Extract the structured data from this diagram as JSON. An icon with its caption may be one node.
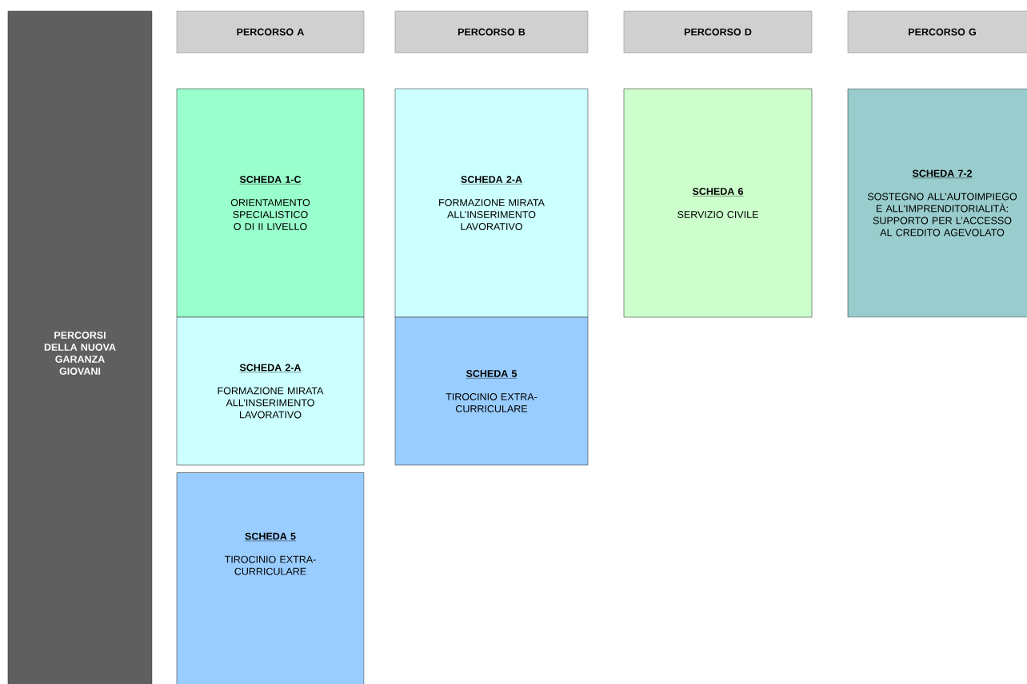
{
  "diagram": {
    "nodes": [
      {
        "text": [
          "PERCORSI DELLA NUOVA GARANZA GIOVANI"
        ]
      },
      {
        "text": [
          "PERCORSO A"
        ]
      },
      {
        "text": [
          "PERCORSO B"
        ]
      },
      {
        "text": [
          "PERCORSO D"
        ]
      },
      {
        "text": [
          "PERCORSO G"
        ]
      },
      {
        "text": [
          "SCHEDA 1-C",
          "ORIENTAMENTO SPECIALISTICO O DI II LIVELLO"
        ]
      },
      {
        "text": [
          "SCHEDA 2-A",
          "FORMAZIONE MIRATA ALL’INSERIMENTO LAVORATIVO"
        ]
      },
      {
        "text": [
          "SCHEDA 5",
          "TIROCINIO EXTRA-CURRICULARE"
        ]
      },
      {
        "text": [
          "SCHEDA 2-A",
          "FORMAZIONE MIRATA ALL’INSERIMENTO LAVORATIVO"
        ]
      },
      {
        "text": [
          "SCHEDA 5",
          "TIROCINIO EXTRA-CURRICULARE"
        ]
      },
      {
        "text": [
          "SCHEDA 6",
          "SERVIZIO CIVILE"
        ]
      },
      {
        "text": [
          "SCHEDA 7-2",
          "SOSTEGNO ALL’AUTOIMPIEGO E ALL'IMPRENDITORIALITÀ: SUPPORTO PER L’ACCESSO AL CREDITO AGEVOLATO"
        ]
      }
    ]
  }
}
